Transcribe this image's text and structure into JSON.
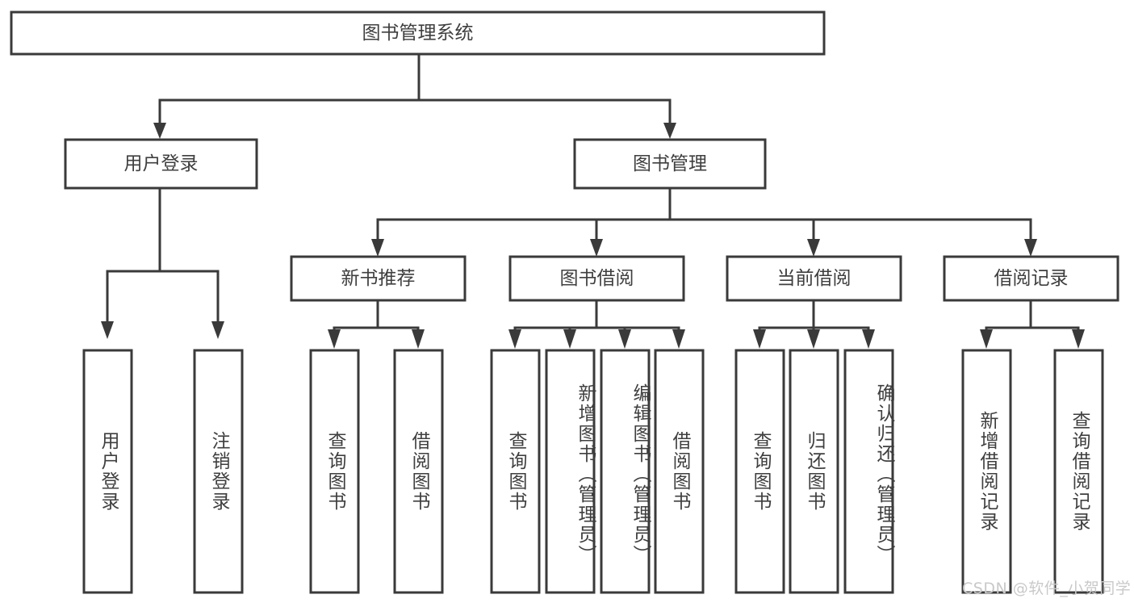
{
  "diagram": {
    "type": "tree-hierarchy",
    "title": "图书管理系统",
    "root": {
      "id": "root",
      "label": "图书管理系统"
    },
    "level2": [
      {
        "id": "user-login",
        "label": "用户登录"
      },
      {
        "id": "book-management",
        "label": "图书管理"
      }
    ],
    "level3": [
      {
        "id": "new-book-recommend",
        "label": "新书推荐",
        "parent": "book-management"
      },
      {
        "id": "book-borrow",
        "label": "图书借阅",
        "parent": "book-management"
      },
      {
        "id": "current-borrow",
        "label": "当前借阅",
        "parent": "book-management"
      },
      {
        "id": "borrow-record",
        "label": "借阅记录",
        "parent": "book-management"
      }
    ],
    "leaves": {
      "user_login": [
        {
          "id": "leaf-user-login",
          "label": "用户登录"
        },
        {
          "id": "leaf-logout-login",
          "label": "注销登录"
        }
      ],
      "new_book_recommend": [
        {
          "id": "leaf-query-book-1",
          "label": "查询图书"
        },
        {
          "id": "leaf-borrow-book-1",
          "label": "借阅图书"
        }
      ],
      "book_borrow": [
        {
          "id": "leaf-query-book-2",
          "label": "查询图书"
        },
        {
          "id": "leaf-add-book",
          "label": "新增图书（管理员）"
        },
        {
          "id": "leaf-edit-book",
          "label": "编辑图书（管理员）"
        },
        {
          "id": "leaf-borrow-book-2",
          "label": "借阅图书"
        }
      ],
      "current_borrow": [
        {
          "id": "leaf-query-book-3",
          "label": "查询图书"
        },
        {
          "id": "leaf-return-book",
          "label": "归还图书"
        },
        {
          "id": "leaf-confirm-return",
          "label": "确认归还（管理员）"
        }
      ],
      "borrow_record": [
        {
          "id": "leaf-add-record",
          "label": "新增借阅记录"
        },
        {
          "id": "leaf-query-record",
          "label": "查询借阅记录"
        }
      ]
    },
    "watermark": "CSDN @软件_小贺同学",
    "colors": {
      "box_stroke": "#3a3a3a",
      "box_fill": "#ffffff",
      "text": "#3f3f3f",
      "watermark": "#c9c9c9",
      "background": "#ffffff"
    }
  }
}
